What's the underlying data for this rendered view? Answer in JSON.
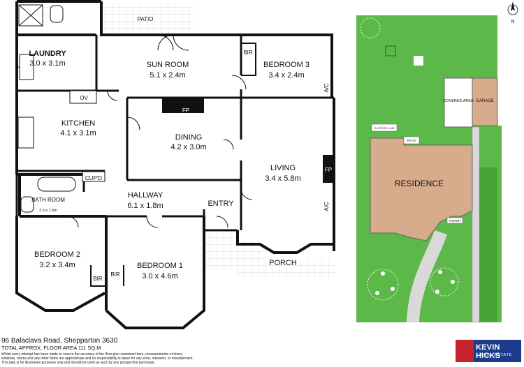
{
  "floorplan": {
    "rooms": [
      {
        "id": "laundry",
        "name": "LAUNDRY",
        "dim": "3.0 x 3.1m"
      },
      {
        "id": "sunroom",
        "name": "SUN ROOM",
        "dim": "5.1 x 2.4m"
      },
      {
        "id": "bedroom3",
        "name": "BEDROOM 3",
        "dim": "3.4 x 2.4m"
      },
      {
        "id": "kitchen",
        "name": "KITCHEN",
        "dim": "4.1 x 3.1m"
      },
      {
        "id": "dining",
        "name": "DINING",
        "dim": "4.2 x 3.0m"
      },
      {
        "id": "living",
        "name": "LIVING",
        "dim": "3.4 x 5.8m"
      },
      {
        "id": "hallway",
        "name": "HALLWAY",
        "dim": "6.1 x 1.8m"
      },
      {
        "id": "bathroom",
        "name": "BATH ROOM",
        "dim": "2.9 x 1.6m"
      },
      {
        "id": "bedroom2",
        "name": "BEDROOM 2",
        "dim": "3.2 x 3.4m"
      },
      {
        "id": "bedroom1",
        "name": "BEDROOM 1",
        "dim": "3.0 x 4.6m"
      }
    ],
    "labels": {
      "patio": "PATIO",
      "entry": "ENTRY",
      "porch": "PORCH",
      "fp": "FP",
      "ov": "OV",
      "cupd": "CUP'D",
      "bir": "BIR",
      "ac": "A/C"
    }
  },
  "site_plan": {
    "residence": "RESIDENCE",
    "covered_area": "COVERED AREA",
    "garage": "GARAGE",
    "patio": "PATIO",
    "porch": "PORCH",
    "clothesline": "CLOTHES LINE",
    "north": "N",
    "colors": {
      "lawn": "#5cb848",
      "lawn_dark": "#48a236",
      "residence": "#d7ac8c",
      "paving": "#d9d9d9"
    }
  },
  "footer": {
    "address": "96 Balaclava Road, Shepparton 3630",
    "total_area": "TOTAL APPROX. FLOOR AREA 111 SQ.M",
    "disclaimer_1": "Whilst every attempt has been made to ensure the accuracy of the floor plan contained here, measurements of doors,",
    "disclaimer_2": "windows, rooms and any other items are approximate and no responsibility is taken for any error, omission, or misstatement.",
    "disclaimer_3": "This plan is for illustrative purposes only and should be used as such by any prospective purchaser."
  },
  "agency": {
    "name": "KEVIN HICKS",
    "tagline": "REAL ESTATE",
    "colors": {
      "navy": "#1c3b8a",
      "red": "#c8242b"
    }
  }
}
